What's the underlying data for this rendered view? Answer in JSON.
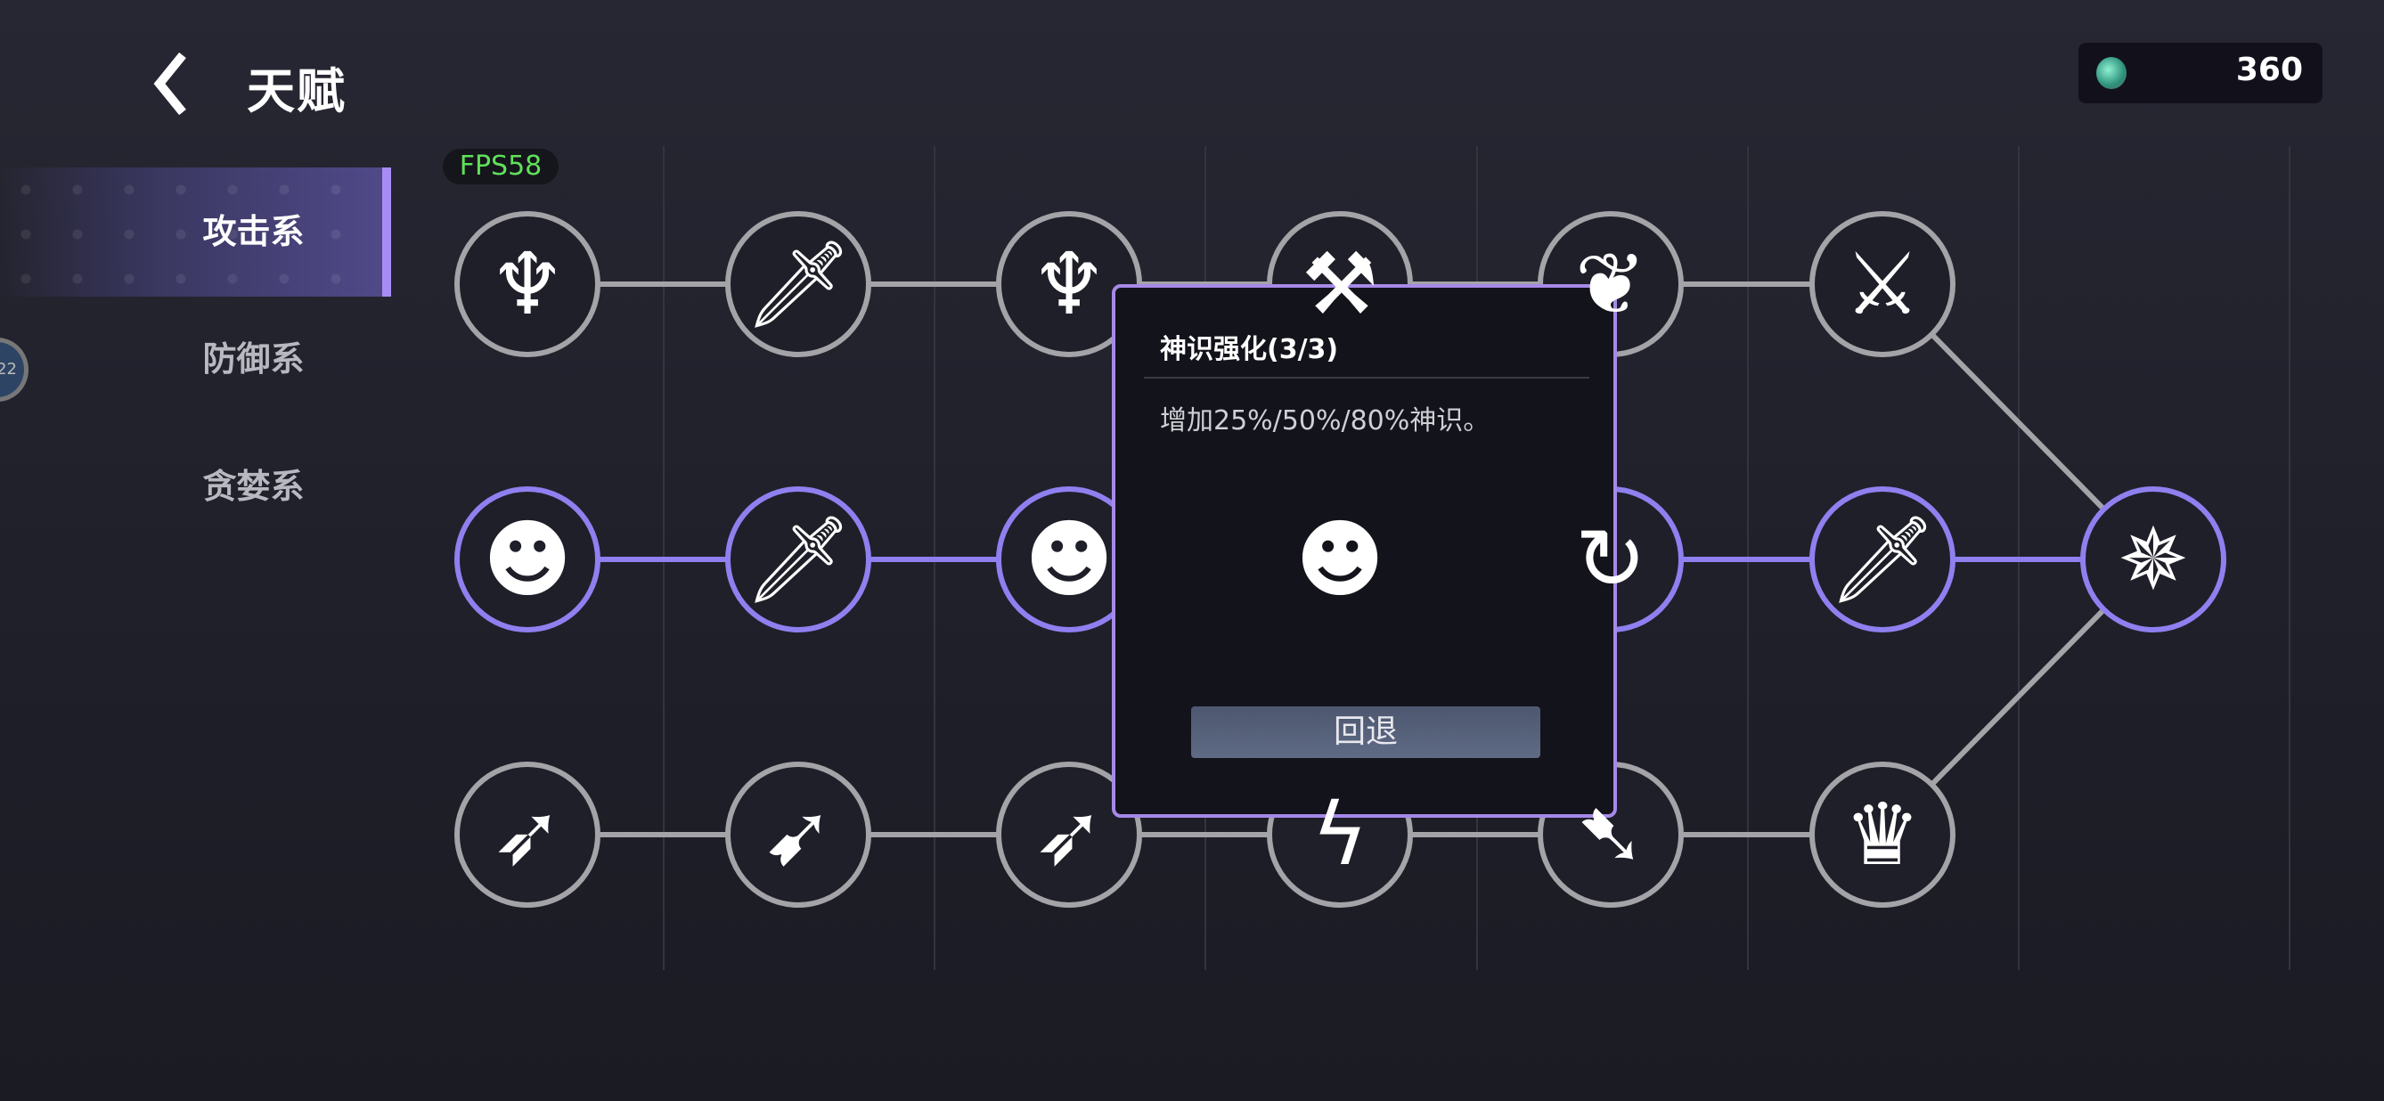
{
  "header": {
    "title": "天赋",
    "back_icon": "chevron-left-icon"
  },
  "currency": {
    "icon": "gem-icon",
    "value": "360"
  },
  "fps": "FPS58",
  "badge": "22",
  "tabs": [
    {
      "label": "攻击系",
      "selected": true
    },
    {
      "label": "防御系",
      "selected": false
    },
    {
      "label": "贪婪系",
      "selected": false
    }
  ],
  "colors": {
    "accent": "#a88cf5",
    "active_node": "#8f80f0",
    "inactive_node": "#a3a3a8",
    "fps": "#5fe05a"
  },
  "tree": {
    "rows": [
      {
        "active": false,
        "nodes": [
          {
            "icon": "arms-raised-icon",
            "glyph": "♆"
          },
          {
            "icon": "sword-plus-icon",
            "glyph": "🗡"
          },
          {
            "icon": "arms-raised-icon",
            "glyph": "♆"
          },
          {
            "icon": "blade-icon",
            "glyph": "⚒"
          },
          {
            "icon": "wing-slash-icon",
            "glyph": "❦"
          },
          {
            "icon": "crossed-swords-icon",
            "glyph": "⚔"
          }
        ]
      },
      {
        "active": true,
        "nodes": [
          {
            "icon": "head-star-icon",
            "glyph": "☻"
          },
          {
            "icon": "flaming-sword-icon",
            "glyph": "🗡"
          },
          {
            "icon": "head-star-icon",
            "glyph": "☻"
          },
          {
            "icon": "head-star-icon",
            "glyph": "☻"
          },
          {
            "icon": "swirl-icon",
            "glyph": "↻"
          },
          {
            "icon": "sword-plus-icon",
            "glyph": "🗡"
          }
        ]
      },
      {
        "active": false,
        "nodes": [
          {
            "icon": "dash-figure-icon",
            "glyph": "➶"
          },
          {
            "icon": "speed-sword-icon",
            "glyph": "➹"
          },
          {
            "icon": "dash-figure-icon",
            "glyph": "➶"
          },
          {
            "icon": "lightning-icon",
            "glyph": "ϟ"
          },
          {
            "icon": "speed-boot-icon",
            "glyph": "➷"
          },
          {
            "icon": "demon-claw-icon",
            "glyph": "♛"
          }
        ]
      }
    ],
    "final": {
      "icon": "star-burst-icon",
      "glyph": "✵",
      "active": true
    }
  },
  "popup": {
    "title": "神识强化(3/3)",
    "description": "增加25%/50%/80%神识。",
    "button": "回退"
  }
}
